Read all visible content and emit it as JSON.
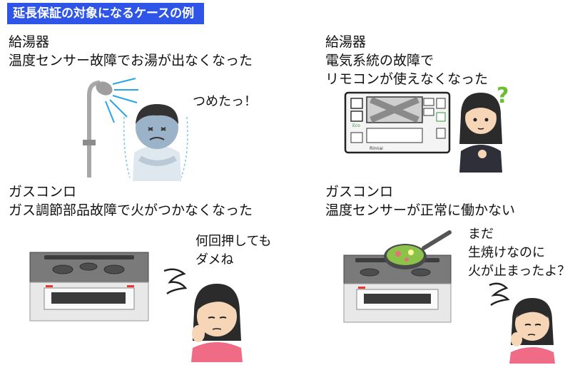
{
  "header": {
    "title": "延長保証の対象になるケースの例"
  },
  "cases": [
    {
      "lines": [
        "給湯器",
        "温度センサー故障でお湯が出なくなった"
      ],
      "remark": [
        "つめたっ！"
      ]
    },
    {
      "lines": [
        "給湯器",
        "電気系統の故障で",
        "リモコンが使えなくなった"
      ],
      "remark": [
        "?"
      ],
      "remote_labels": {
        "eco": "Eco",
        "brand": "Rinnai"
      }
    },
    {
      "lines": [
        "ガスコンロ",
        "ガス調節部品故障で火がつかなくなった"
      ],
      "remark": [
        "何回押しても",
        "ダメね"
      ]
    },
    {
      "lines": [
        "ガスコンロ",
        "温度センサーが正常に働かない"
      ],
      "remark": [
        "まだ",
        "生焼けなのに",
        "火が止まったよ？"
      ]
    }
  ],
  "colors": {
    "title_bg": "#2f55e8",
    "stove_body": "#e8e8e8",
    "skin": "#f7d6b8",
    "shirt_pink": "#f06b86"
  }
}
